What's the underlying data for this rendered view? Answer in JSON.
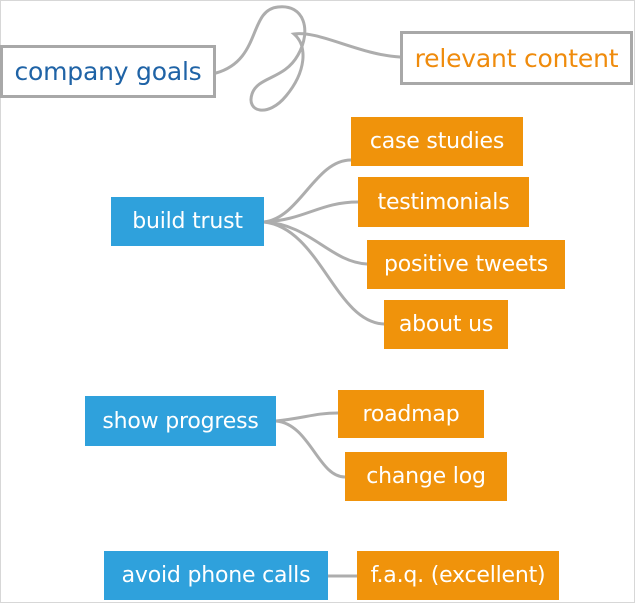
{
  "header": {
    "left_label": "company goals",
    "right_label": "relevant content"
  },
  "groups": [
    {
      "goal": "build trust",
      "contents": [
        "case studies",
        "testimonials",
        "positive tweets",
        "about us"
      ]
    },
    {
      "goal": "show progress",
      "contents": [
        "roadmap",
        "change log"
      ]
    },
    {
      "goal": "avoid phone calls",
      "contents": [
        "f.a.q. (excellent)"
      ]
    }
  ],
  "colors": {
    "goal_fill": "#2fa1dc",
    "content_fill": "#f0930b",
    "connector": "#adadad",
    "header_border": "#a8a8a8",
    "header_left_text": "#1f63a6",
    "header_right_text": "#ef8b0c"
  }
}
